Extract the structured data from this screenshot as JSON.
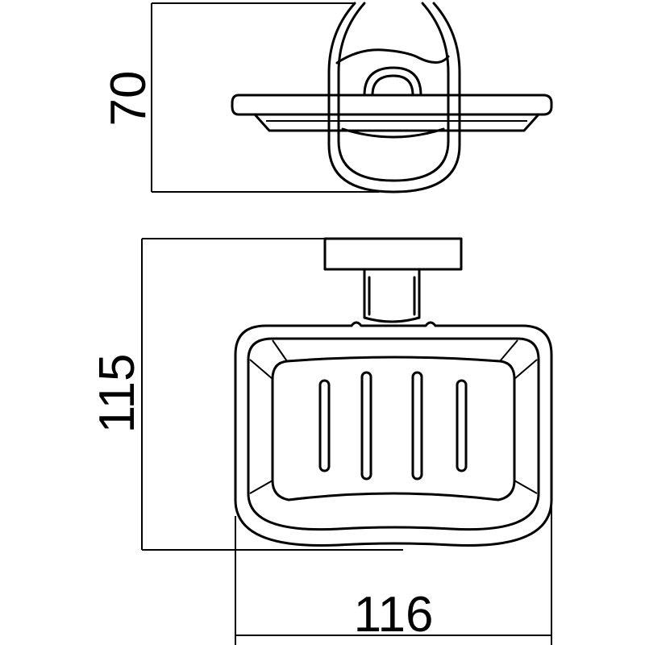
{
  "dimensions": {
    "depth": "70",
    "height": "115",
    "width": "116"
  },
  "colors": {
    "line": "#000000",
    "background": "#ffffff"
  }
}
